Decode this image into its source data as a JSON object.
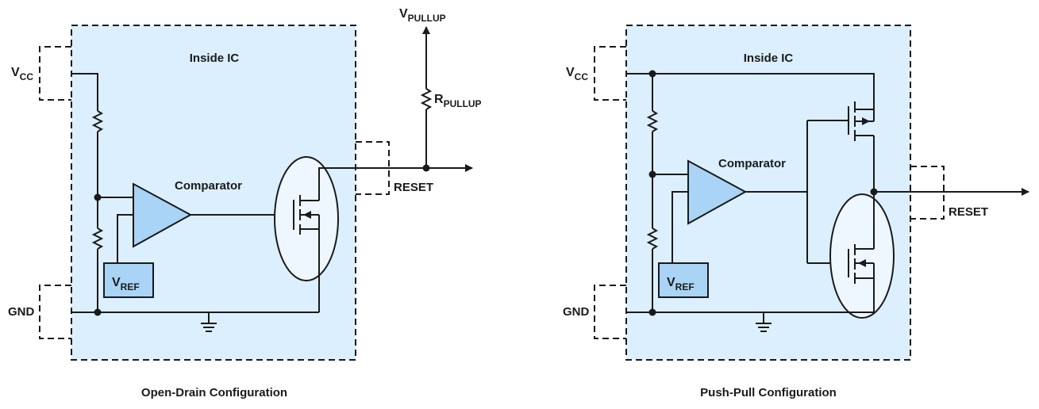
{
  "colors": {
    "ic_fill": "#dcefff",
    "comparator_fill": "#a9d4f5",
    "vref_fill": "#a9d4f5",
    "wire": "#1a1a1a",
    "ellipse_fill": "#eef7ff"
  },
  "open_drain": {
    "inside_ic": "Inside IC",
    "vcc_main": "V",
    "vcc_sub": "CC",
    "gnd": "GND",
    "comparator": "Comparator",
    "vref_main": "V",
    "vref_sub": "REF",
    "reset": "RESET",
    "vpullup_main": "V",
    "vpullup_sub": "PULLUP",
    "rpullup_main": "R",
    "rpullup_sub": "PULLUP",
    "caption": "Open-Drain Configuration"
  },
  "push_pull": {
    "inside_ic": "Inside IC",
    "vcc_main": "V",
    "vcc_sub": "CC",
    "gnd": "GND",
    "comparator": "Comparator",
    "vref_main": "V",
    "vref_sub": "REF",
    "reset": "RESET",
    "caption": "Push-Pull Configuration"
  }
}
